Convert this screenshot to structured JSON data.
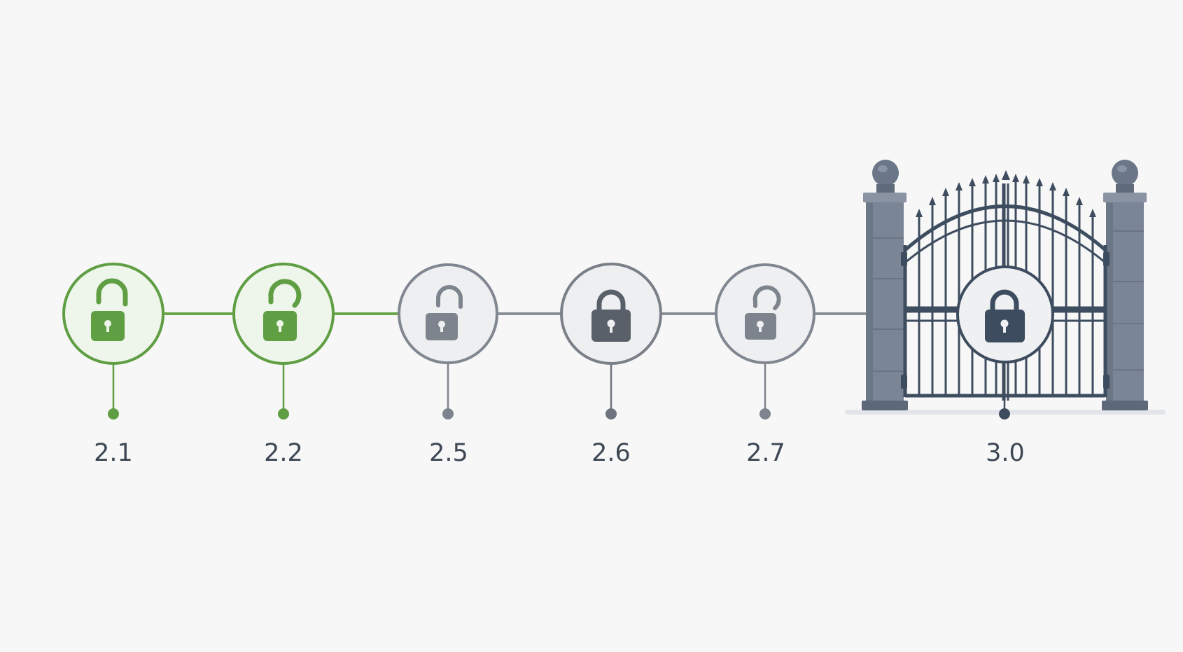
{
  "colors": {
    "background": "#f6f7f6",
    "unlocked_accent": "#5f9e43",
    "unlocked_fill": "#eef5ea",
    "neutral_accent": "#808790",
    "neutral_fill": "#eeeff1",
    "locked_dark": "#5a6069",
    "gate_metal": "#3e4c5f",
    "pillar_stone": "#7a8596",
    "label_text": "#3d4753"
  },
  "milestones": [
    {
      "label": "2.1",
      "state": "unlocked",
      "icon": "open-padlock-icon"
    },
    {
      "label": "2.2",
      "state": "unlocked",
      "icon": "open-padlock-icon"
    },
    {
      "label": "2.5",
      "state": "unlocked-neutral",
      "icon": "open-padlock-icon"
    },
    {
      "label": "2.6",
      "state": "locked",
      "icon": "closed-padlock-icon"
    },
    {
      "label": "2.7",
      "state": "unlocked-neutral",
      "icon": "open-padlock-icon"
    }
  ],
  "gate": {
    "label": "3.0",
    "state": "locked",
    "icon": "closed-padlock-icon"
  }
}
